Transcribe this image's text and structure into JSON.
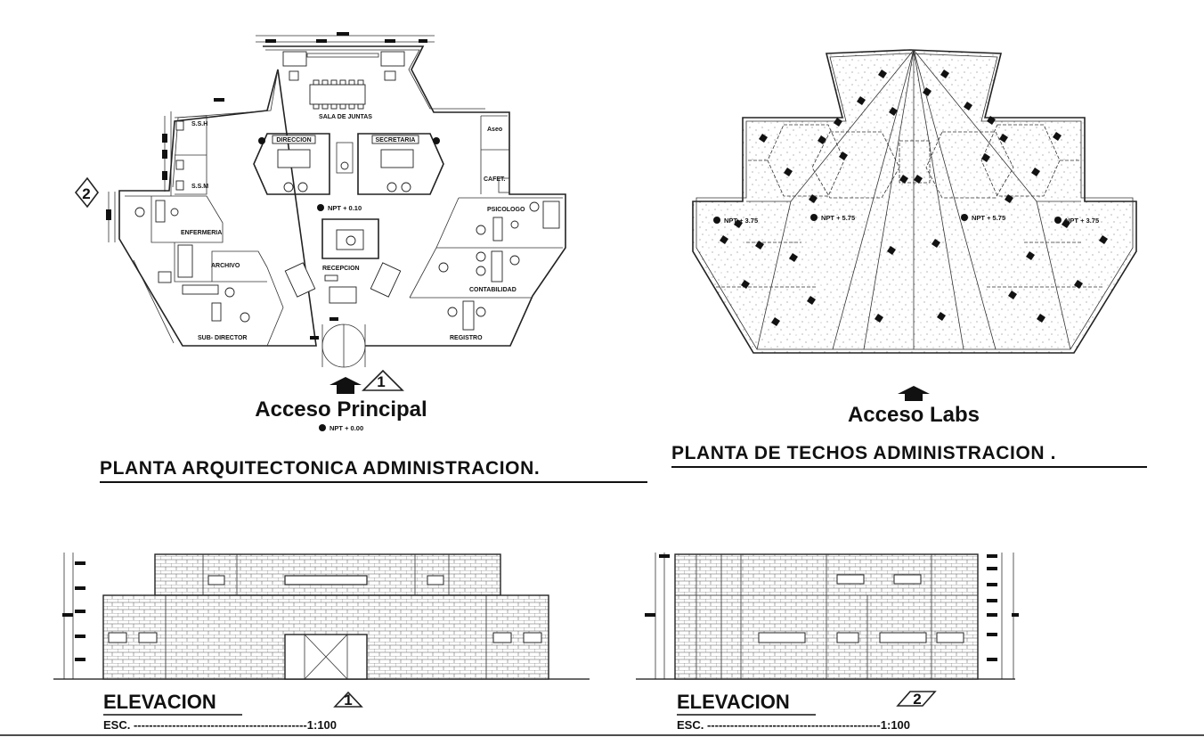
{
  "plan": {
    "title": "PLANTA ARQUITECTONICA ADMINISTRACION.",
    "access_label": "Acceso Principal",
    "access_tag": "1",
    "side_tag": "2",
    "npt_outside": "NPT + 0.00",
    "npt_inside": "NPT + 0.10",
    "rooms": {
      "sala": "SALA DE JUNTAS",
      "direccion": "DIRECCION",
      "secretaria": "SECRETARIA",
      "aseo": "Aseo",
      "cafe": "CAFET.",
      "sh1": "S.S.H",
      "sh2": "S.S.M",
      "enfermeria": "ENFERMERIA",
      "archivo": "ARCHIVO",
      "recepcion": "RECEPCION",
      "psicologo": "PSICOLOGO",
      "contabilidad": "CONTABILIDAD",
      "subdirector": "SUB- DIRECTOR",
      "registro": "REGISTRO"
    }
  },
  "roof": {
    "title": "PLANTA DE TECHOS ADMINISTRACION .",
    "access_label": "Acceso Labs",
    "levels": [
      "NPT + 3.75",
      "NPT + 5.75",
      "NPT + 5.75",
      "NPT + 3.75"
    ]
  },
  "elevations": [
    {
      "title": "ELEVACION",
      "tag": "1",
      "scale": "ESC. ---------------------------------------------1:100"
    },
    {
      "title": "ELEVACION",
      "tag": "2",
      "scale": "ESC. ---------------------------------------------1:100"
    }
  ]
}
